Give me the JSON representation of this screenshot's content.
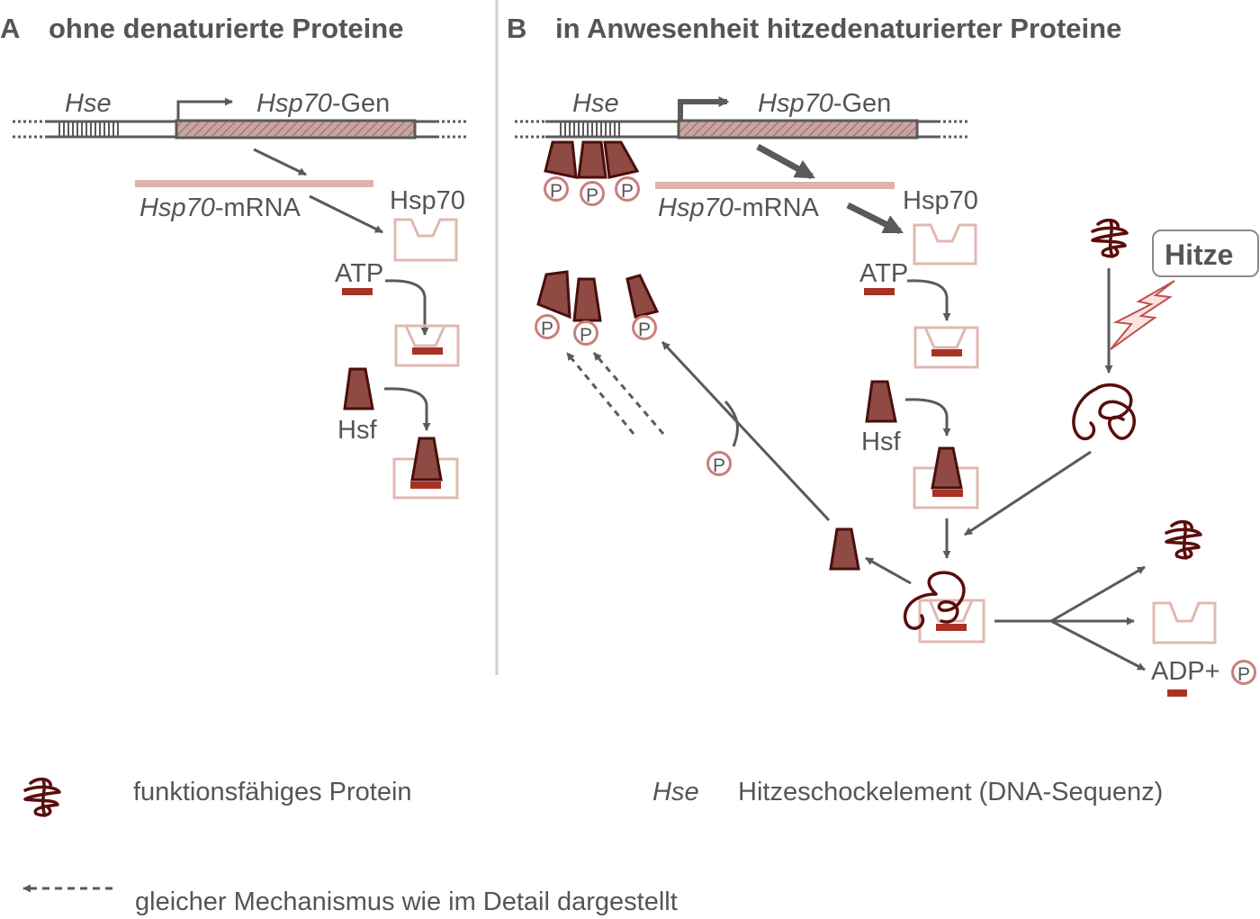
{
  "panel_a": {
    "letter": "A",
    "title": "ohne denaturierte Proteine",
    "hse_label": "Hse",
    "gene_italic": "Hsp70",
    "gene_suffix": "-Gen",
    "mrna_italic": "Hsp70",
    "mrna_suffix": "-mRNA",
    "hsp70_label": "Hsp70",
    "atp_label": "ATP",
    "hsf_label": "Hsf"
  },
  "panel_b": {
    "letter": "B",
    "title": "in Anwesenheit hitzedenaturierter Proteine",
    "hse_label": "Hse",
    "gene_italic": "Hsp70",
    "gene_suffix": "-Gen",
    "mrna_italic": "Hsp70",
    "mrna_suffix": "-mRNA",
    "hsp70_label": "Hsp70",
    "atp_label": "ATP",
    "hsf_label": "Hsf",
    "heat_label": "Hitze",
    "adp_label": "ADP+",
    "phosphate_label": "P"
  },
  "legend": {
    "protein_text": "funktionsfähiges Protein",
    "hse_abbr": "Hse",
    "hse_text": "Hitzeschockelement (DNA-Sequenz)",
    "dashed_text": "gleicher Mechanismus wie im Detail dargestellt"
  },
  "colors": {
    "text": "#555555",
    "line": "#5a5a5a",
    "gene_box": "#c9a4a0",
    "mrna": "#dcb3ae",
    "hsp70_outline": "#e0b8b2",
    "atp": "#a83224",
    "hsf_fill": "#8f4a44",
    "hsf_stroke": "#4a0f0c",
    "protein": "#5a0d0b",
    "lightning": "#c0504d",
    "phosphate_circle": "#c9807a"
  }
}
